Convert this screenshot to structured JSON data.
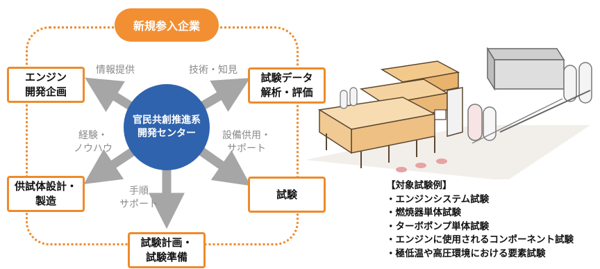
{
  "diagram": {
    "new_entrants": "新規参入企業",
    "center": [
      "官民共創推進系",
      "開発センター"
    ],
    "nodes": {
      "engine_planning": [
        "エンジン",
        "開発企画"
      ],
      "data_analysis": [
        "試験データ",
        "解析・評価"
      ],
      "specimen_design": [
        "供試体設計・",
        "製造"
      ],
      "testing": [
        "試験"
      ],
      "test_planning": [
        "試験計画・",
        "試験準備"
      ]
    },
    "arrow_labels": {
      "info_provision": "情報提供",
      "tech_knowledge": [
        "技術・知見"
      ],
      "experience": [
        "経験・",
        "ノウハウ"
      ],
      "facility_support": [
        "設備供用・",
        "サポート"
      ],
      "procedure_support": [
        "手順",
        "サポート"
      ]
    },
    "colors": {
      "accent_orange": "#f28f32",
      "center_blue": "#2f63ad",
      "arrow_gray": "#a6a6a6",
      "label_gray": "#8a8a8a"
    }
  },
  "test_examples": {
    "heading": "【対象試験例】",
    "items": [
      "・エンジンシステム試験",
      "・燃焼器単体試験",
      "・ターボポンプ単体試験",
      "・エンジンに使用されるコンポーネント試験",
      "・極低温や高圧環境における要素試験"
    ]
  }
}
